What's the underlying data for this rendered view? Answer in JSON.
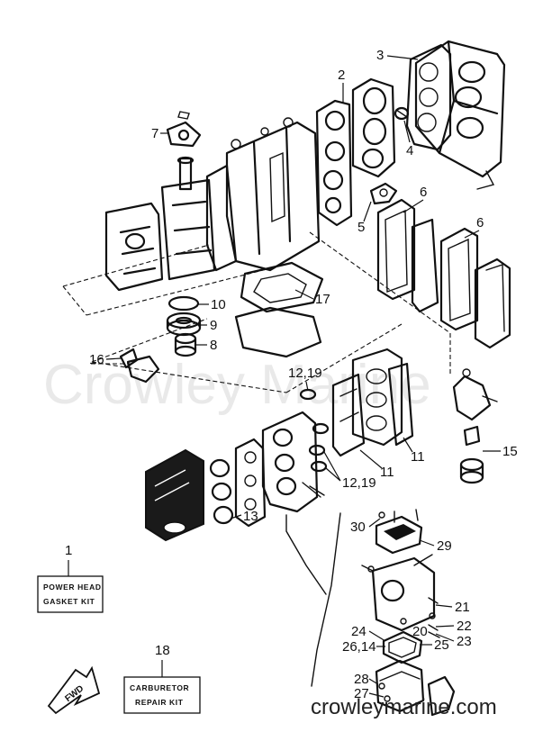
{
  "watermark": "Crowley Marine",
  "footer_text": "crowleymarine.com",
  "callouts": {
    "c1": "1",
    "c2": "2",
    "c3": "3",
    "c4": "4",
    "c5": "5",
    "c6a": "6",
    "c6b": "6",
    "c7": "7",
    "c8": "8",
    "c9": "9",
    "c10": "10",
    "c11a": "11",
    "c11b": "11",
    "c12a": "12,19",
    "c12b": "12,19",
    "c13": "13",
    "c15": "15",
    "c16": "16",
    "c17": "17",
    "c18": "18",
    "c20": "20",
    "c21": "21",
    "c22": "22",
    "c23": "23",
    "c24": "24",
    "c25": "25",
    "c26": "26,14",
    "c27": "27",
    "c28": "28",
    "c29": "29",
    "c30": "30"
  },
  "kits": {
    "power_head_line1": "POWER HEAD",
    "power_head_line2": "GASKET KIT",
    "carburetor_line1": "CARBURETOR",
    "carburetor_line2": "REPAIR KIT"
  },
  "fwd_label": "FWD"
}
